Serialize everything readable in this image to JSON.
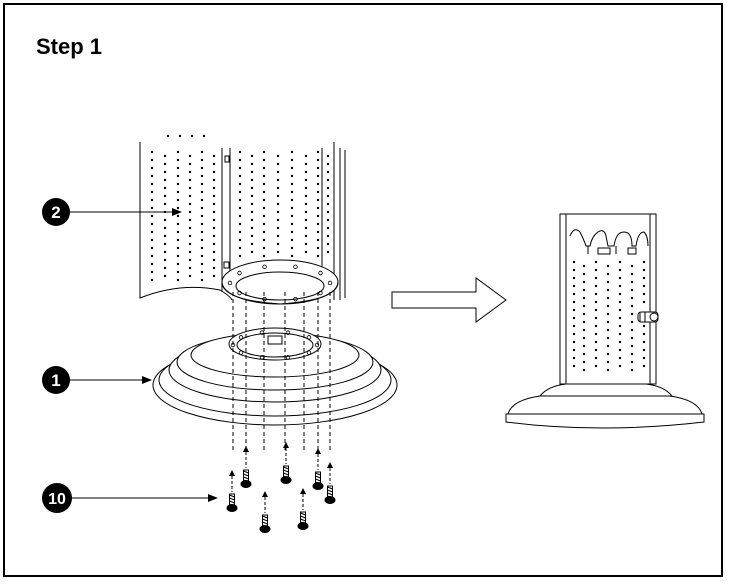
{
  "step": {
    "title": "Step 1"
  },
  "callouts": [
    {
      "number": "2",
      "part": "tube"
    },
    {
      "number": "1",
      "part": "base"
    },
    {
      "number": "10",
      "part": "screws"
    }
  ]
}
